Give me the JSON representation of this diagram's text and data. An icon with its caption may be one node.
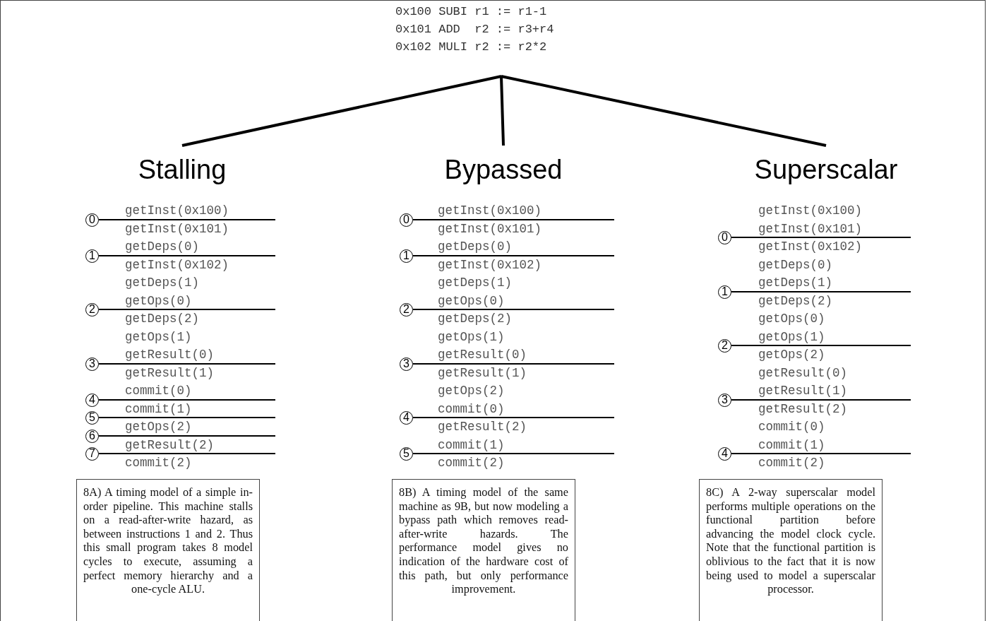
{
  "diagram": {
    "nodes": [
      {
        "text": [
          "0x100 SUBI r1 := r1-1",
          "0x101 ADD  r2 := r3+r4",
          "0x102 MULI r2 := r2*2"
        ]
      },
      {
        "text": [
          "Stalling"
        ]
      },
      {
        "text": [
          "Bypassed"
        ]
      },
      {
        "text": [
          "Superscalar"
        ]
      },
      {
        "text": [
          "8A) A timing model of a simple in-order pipeline. This machine stalls on a read-after-write hazard, as between instructions 1 and 2. Thus this small program takes 8 model cycles to execute, assuming a perfect memory hierarchy and a one-cycle ALU."
        ]
      },
      {
        "text": [
          "8B) A timing model of the same machine as 9B, but now modeling a bypass path which removes read-after-write hazards. The performance model gives no indication of the hardware cost of this path, but only performance improvement."
        ]
      },
      {
        "text": [
          "8C) A 2-way superscalar model performs multiple operations on the functional partition before advancing the model clock cycle. Note that the functional partition is oblivious to the fact that it is now being used to model a superscalar processor."
        ]
      }
    ],
    "edges": [
      {
        "from": 0,
        "to": 1,
        "arrow": "none"
      },
      {
        "from": 0,
        "to": 2,
        "arrow": "none"
      },
      {
        "from": 0,
        "to": 3,
        "arrow": "none"
      }
    ],
    "labels": [
      "getInst(0x100)",
      "0",
      "getInst(0x101)",
      "getDeps(0)",
      "1",
      "getInst(0x102)",
      "getDeps(1)",
      "getOps(0)",
      "2",
      "getDeps(2)",
      "getOps(1)",
      "getResult(0)",
      "3",
      "getResult(1)",
      "commit(0)",
      "4",
      "commit(1)",
      "5",
      "getOps(2)",
      "6",
      "getResult(2)",
      "7",
      "commit(2)",
      "getInst(0x100)",
      "0",
      "getInst(0x101)",
      "getDeps(0)",
      "1",
      "getInst(0x102)",
      "getDeps(1)",
      "getOps(0)",
      "2",
      "getDeps(2)",
      "getOps(1)",
      "getResult(0)",
      "3",
      "getResult(1)",
      "getOps(2)",
      "commit(0)",
      "4",
      "getResult(2)",
      "commit(1)",
      "5",
      "commit(2)",
      "getInst(0x100)",
      "getInst(0x101)",
      "0",
      "getInst(0x102)",
      "getDeps(0)",
      "getDeps(1)",
      "1",
      "getDeps(2)",
      "getOps(0)",
      "getOps(1)",
      "2",
      "getOps(2)",
      "getResult(0)",
      "getResult(1)",
      "3",
      "getResult(2)",
      "commit(0)",
      "commit(1)",
      "4",
      "commit(2)"
    ]
  }
}
